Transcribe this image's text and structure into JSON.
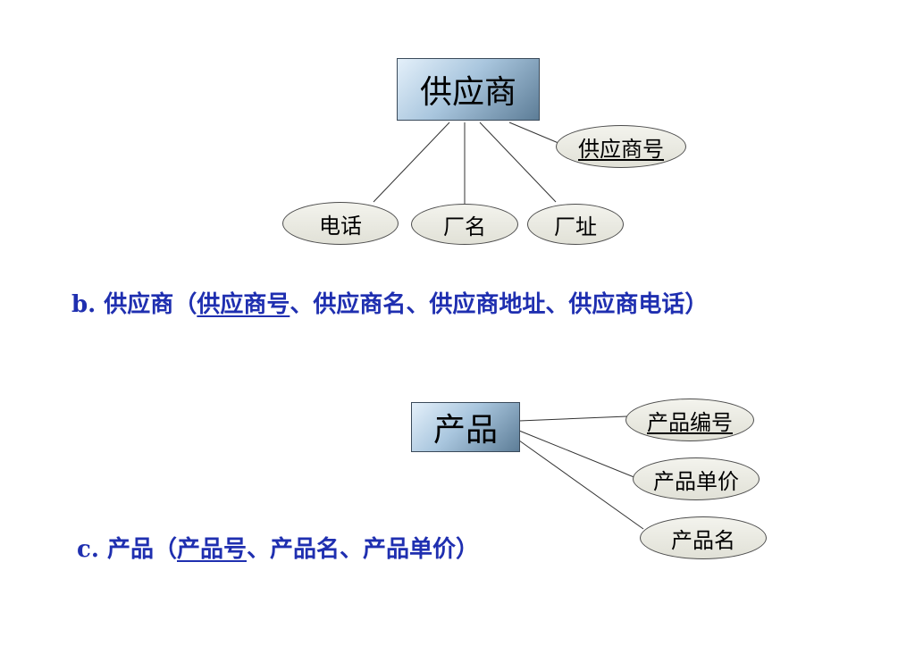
{
  "supplier_diagram": {
    "entity": "供应商",
    "key_attribute": "供应商号",
    "attributes": [
      "电话",
      "厂名",
      "厂址"
    ]
  },
  "supplier_relation": {
    "prefix": "b.",
    "name": "供应商",
    "open": "（",
    "key": "供应商号",
    "rest": "、供应商名、供应商地址、供应商电话）"
  },
  "product_diagram": {
    "entity": "产品",
    "key_attribute": "产品编号",
    "attributes": [
      "产品单价",
      "产品名"
    ]
  },
  "product_relation": {
    "prefix": "c.",
    "name": "产品",
    "open": "（",
    "key": "产品号",
    "rest": "、产品名、产品单价）"
  }
}
